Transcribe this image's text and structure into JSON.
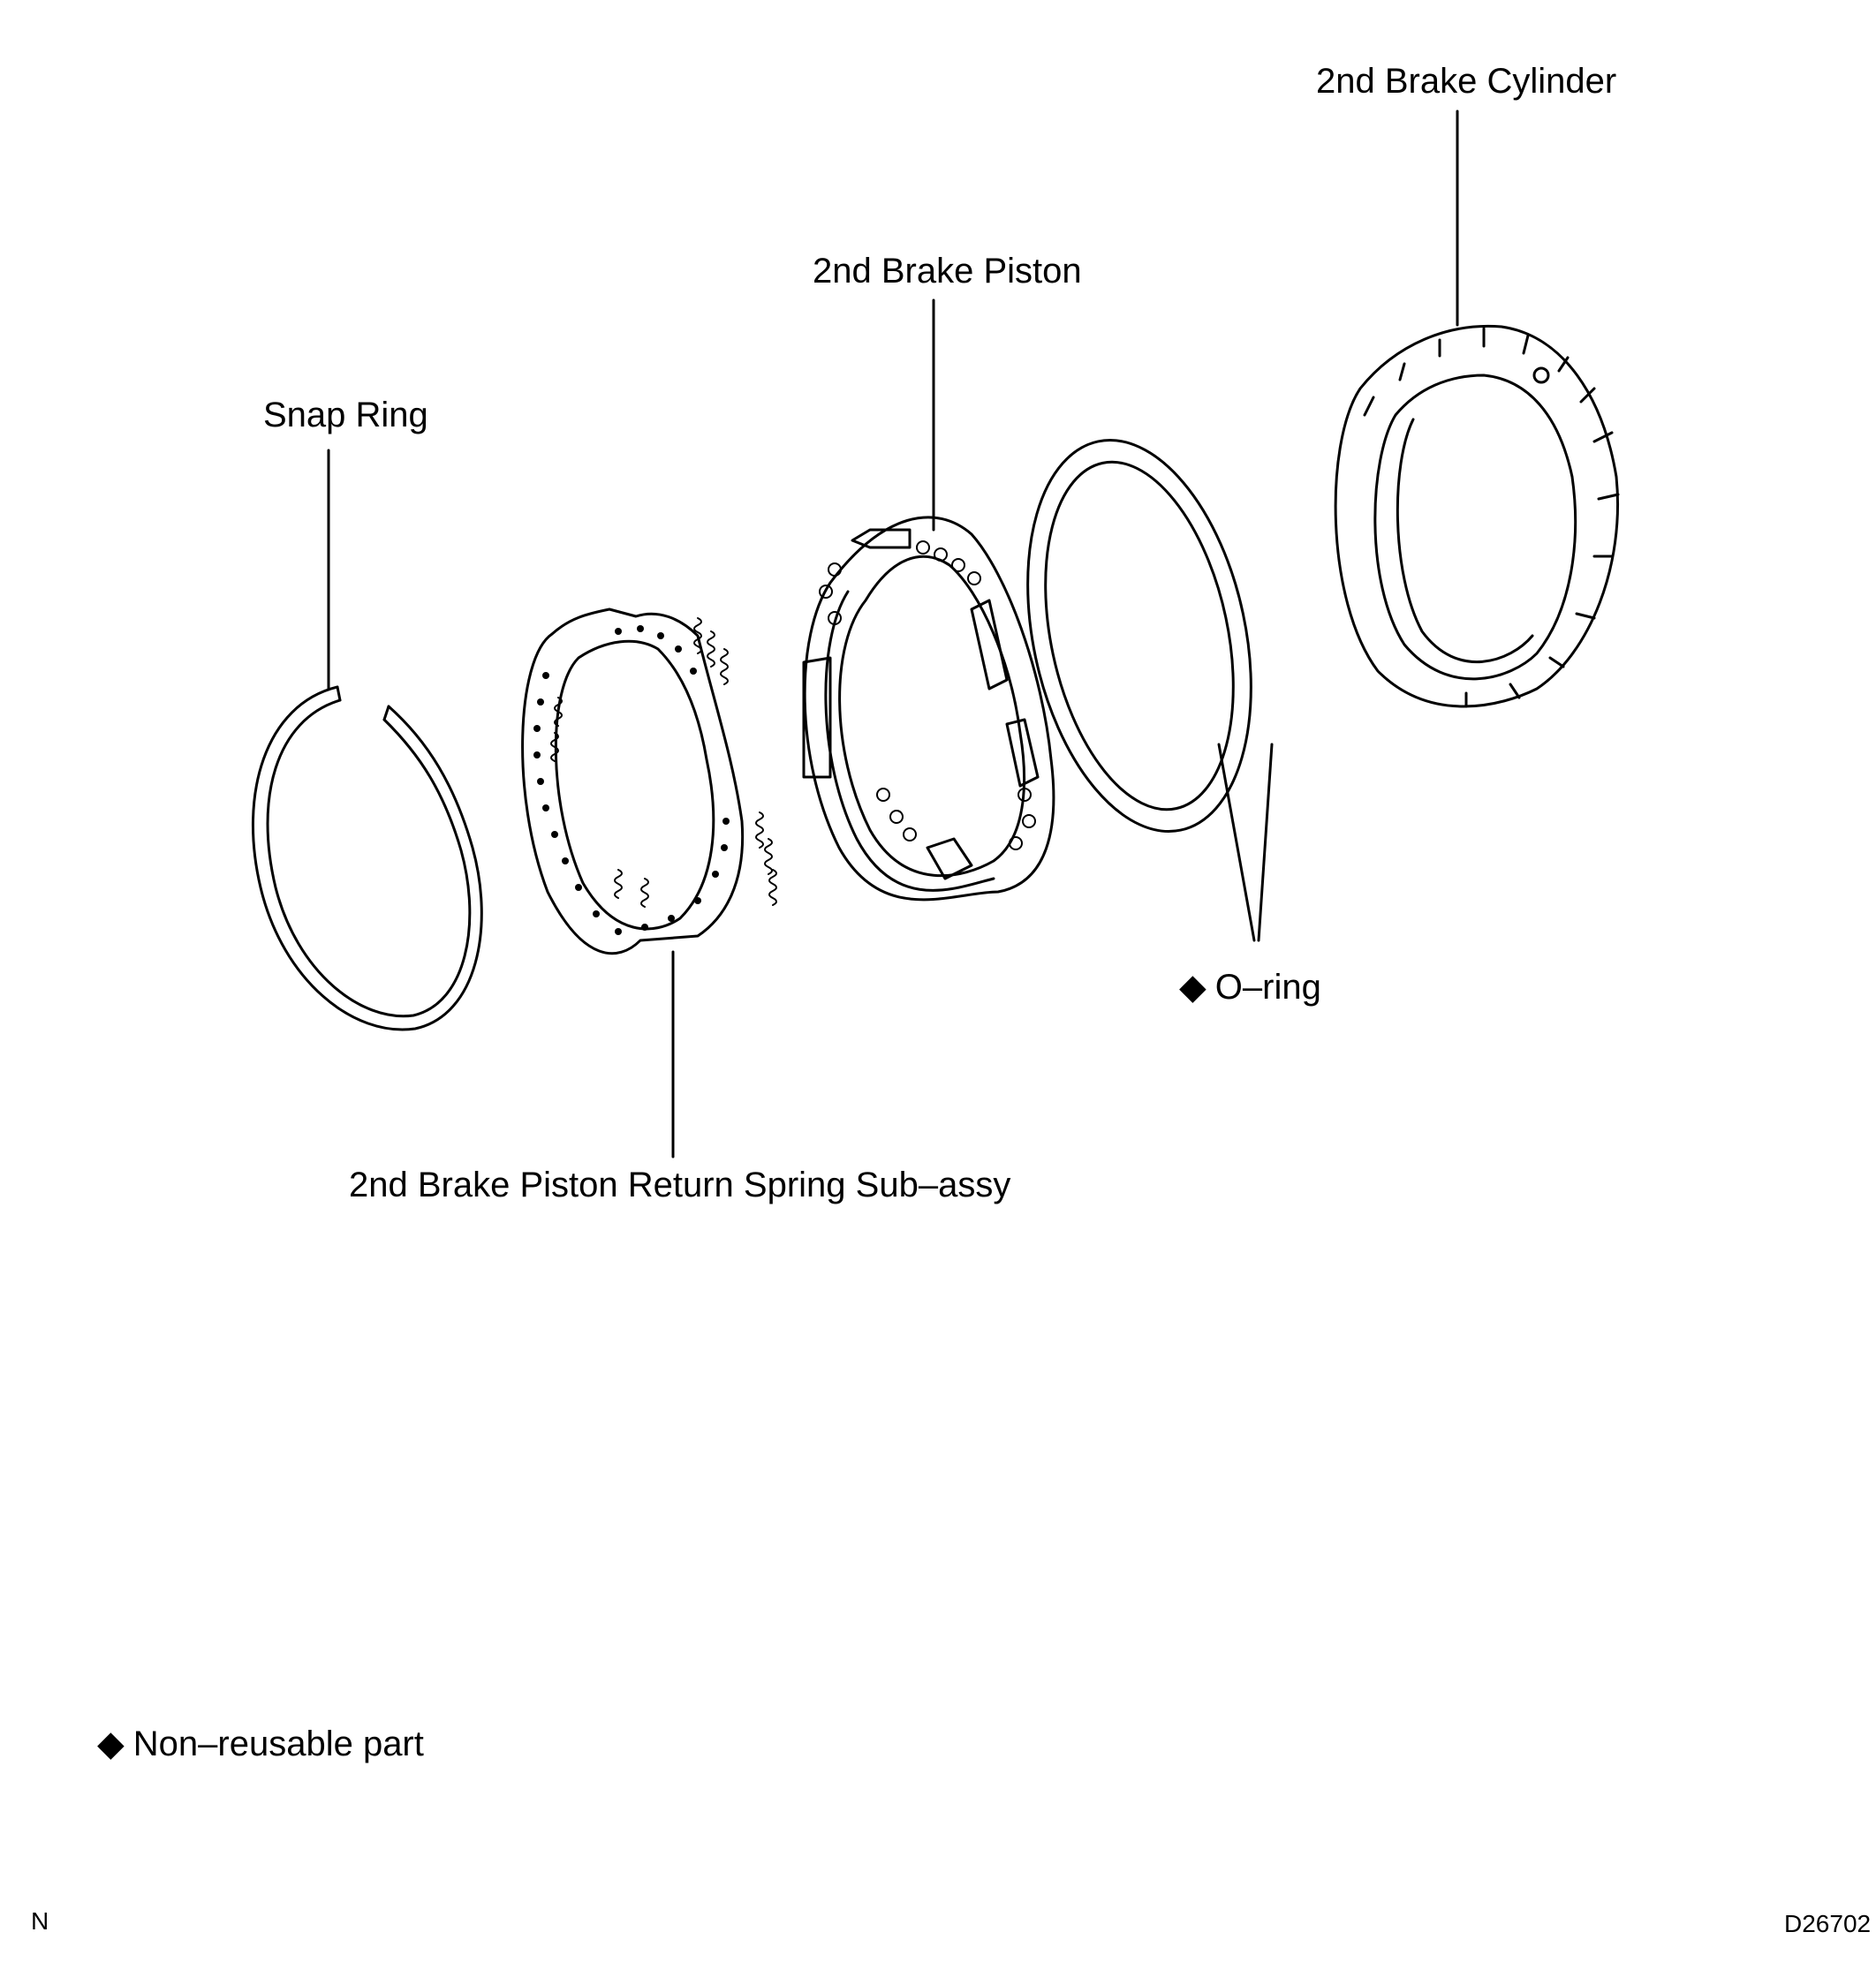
{
  "labels": {
    "snap_ring": "Snap Ring",
    "return_spring": "2nd Brake Piston Return Spring Sub–assy",
    "piston": "2nd Brake Piston",
    "o_ring": "O–ring",
    "cylinder": "2nd Brake Cylinder"
  },
  "legend": {
    "symbol": "◆",
    "text": "Non–reusable part"
  },
  "footer": {
    "left": "N",
    "right": "D26702"
  }
}
